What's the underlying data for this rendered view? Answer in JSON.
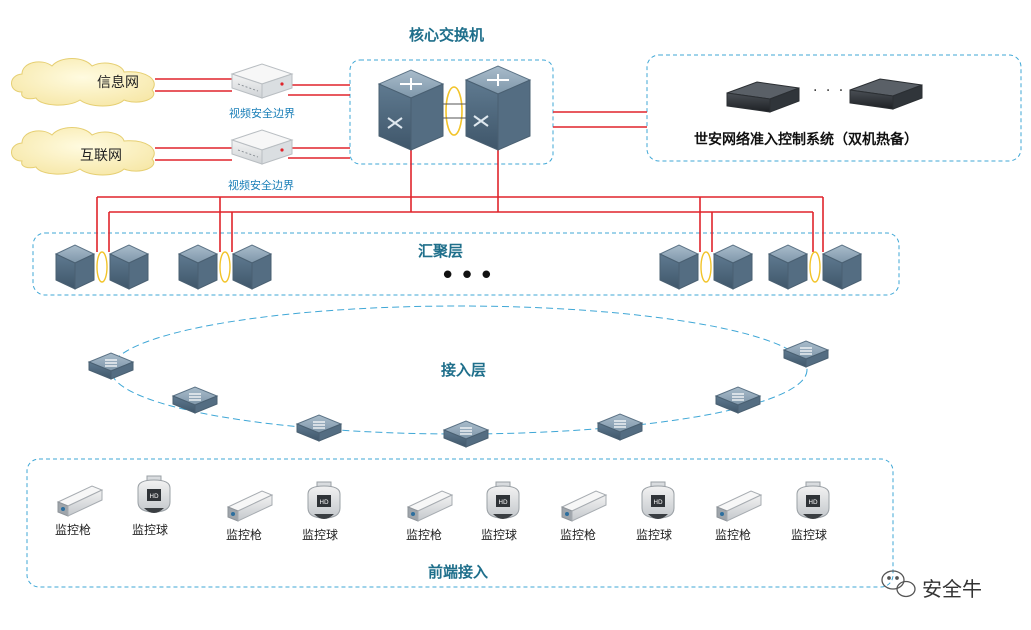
{
  "core": {
    "title": "核心交换机"
  },
  "networks": [
    {
      "label": "信息网",
      "boundary_label": "视频安全边界"
    },
    {
      "label": "互联网",
      "boundary_label": "视频安全边界"
    }
  ],
  "nac": {
    "label": "世安网络准入控制系统（双机热备）",
    "ellipsis": "· · ·"
  },
  "aggregation": {
    "title": "汇聚层",
    "ellipsis": "•••"
  },
  "access": {
    "title": "接入层"
  },
  "frontend": {
    "title": "前端接入",
    "devices": [
      {
        "label": "监控枪",
        "type": "gun-camera"
      },
      {
        "label": "监控球",
        "type": "dome-camera"
      },
      {
        "label": "监控枪",
        "type": "gun-camera"
      },
      {
        "label": "监控球",
        "type": "dome-camera"
      },
      {
        "label": "监控枪",
        "type": "gun-camera"
      },
      {
        "label": "监控球",
        "type": "dome-camera"
      },
      {
        "label": "监控枪",
        "type": "gun-camera"
      },
      {
        "label": "监控球",
        "type": "dome-camera"
      },
      {
        "label": "监控枪",
        "type": "gun-camera"
      },
      {
        "label": "监控球",
        "type": "dome-camera"
      }
    ]
  },
  "watermark": {
    "text": "安全牛",
    "icon": "wechat-icon"
  },
  "colors": {
    "link": "#e0242b",
    "frame": "#3fa7d6",
    "accent_text": "#1f6f8b"
  }
}
